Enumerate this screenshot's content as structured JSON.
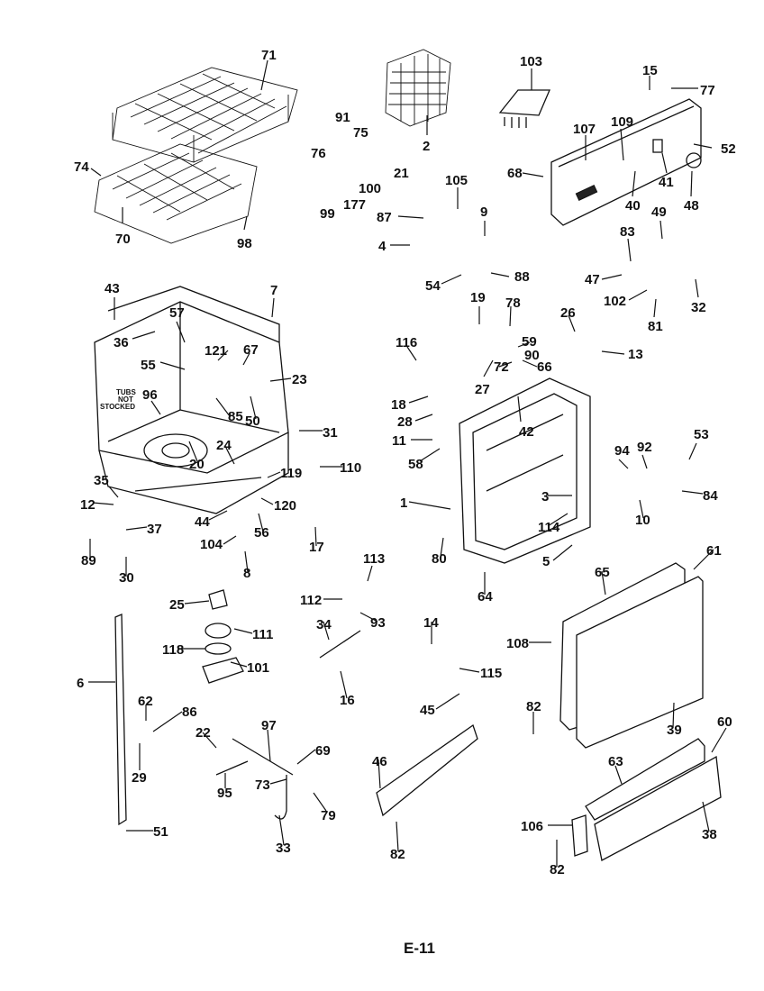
{
  "page": {
    "footer": "E-11",
    "note_line1": "TUBS",
    "note_line2": "NOT",
    "note_line3": "STOCKED"
  },
  "callouts": [
    {
      "id": "71",
      "text": "71"
    },
    {
      "id": "74",
      "text": "74"
    },
    {
      "id": "70",
      "text": "70"
    },
    {
      "id": "98",
      "text": "98"
    },
    {
      "id": "2",
      "text": "2"
    },
    {
      "id": "103",
      "text": "103"
    },
    {
      "id": "15",
      "text": "15"
    },
    {
      "id": "77",
      "text": "77"
    },
    {
      "id": "91",
      "text": "91"
    },
    {
      "id": "75",
      "text": "75"
    },
    {
      "id": "76",
      "text": "76"
    },
    {
      "id": "21",
      "text": "21"
    },
    {
      "id": "100",
      "text": "100"
    },
    {
      "id": "99",
      "text": "99"
    },
    {
      "id": "177",
      "text": "177"
    },
    {
      "id": "105",
      "text": "105"
    },
    {
      "id": "107",
      "text": "107"
    },
    {
      "id": "109",
      "text": "109"
    },
    {
      "id": "52",
      "text": "52"
    },
    {
      "id": "68",
      "text": "68"
    },
    {
      "id": "41",
      "text": "41"
    },
    {
      "id": "48",
      "text": "48"
    },
    {
      "id": "40",
      "text": "40"
    },
    {
      "id": "87",
      "text": "87"
    },
    {
      "id": "9",
      "text": "9"
    },
    {
      "id": "4",
      "text": "4"
    },
    {
      "id": "54",
      "text": "54"
    },
    {
      "id": "88",
      "text": "88"
    },
    {
      "id": "49",
      "text": "49"
    },
    {
      "id": "83",
      "text": "83"
    },
    {
      "id": "47",
      "text": "47"
    },
    {
      "id": "102",
      "text": "102"
    },
    {
      "id": "32",
      "text": "32"
    },
    {
      "id": "81",
      "text": "81"
    },
    {
      "id": "43",
      "text": "43"
    },
    {
      "id": "7",
      "text": "7"
    },
    {
      "id": "57",
      "text": "57"
    },
    {
      "id": "36",
      "text": "36"
    },
    {
      "id": "121",
      "text": "121"
    },
    {
      "id": "67",
      "text": "67"
    },
    {
      "id": "55",
      "text": "55"
    },
    {
      "id": "23",
      "text": "23"
    },
    {
      "id": "96",
      "text": "96"
    },
    {
      "id": "85",
      "text": "85"
    },
    {
      "id": "50",
      "text": "50"
    },
    {
      "id": "31",
      "text": "31"
    },
    {
      "id": "20",
      "text": "20"
    },
    {
      "id": "24",
      "text": "24"
    },
    {
      "id": "19",
      "text": "19"
    },
    {
      "id": "78",
      "text": "78"
    },
    {
      "id": "26",
      "text": "26"
    },
    {
      "id": "116",
      "text": "116"
    },
    {
      "id": "59",
      "text": "59"
    },
    {
      "id": "90",
      "text": "90"
    },
    {
      "id": "13",
      "text": "13"
    },
    {
      "id": "66",
      "text": "66"
    },
    {
      "id": "72",
      "text": "72"
    },
    {
      "id": "27",
      "text": "27"
    },
    {
      "id": "18",
      "text": "18"
    },
    {
      "id": "28",
      "text": "28"
    },
    {
      "id": "42",
      "text": "42"
    },
    {
      "id": "11",
      "text": "11"
    },
    {
      "id": "58",
      "text": "58"
    },
    {
      "id": "110",
      "text": "110"
    },
    {
      "id": "53",
      "text": "53"
    },
    {
      "id": "94",
      "text": "94"
    },
    {
      "id": "92",
      "text": "92"
    },
    {
      "id": "84",
      "text": "84"
    },
    {
      "id": "35",
      "text": "35"
    },
    {
      "id": "12",
      "text": "12"
    },
    {
      "id": "119",
      "text": "119"
    },
    {
      "id": "120",
      "text": "120"
    },
    {
      "id": "44",
      "text": "44"
    },
    {
      "id": "37",
      "text": "37"
    },
    {
      "id": "56",
      "text": "56"
    },
    {
      "id": "104",
      "text": "104"
    },
    {
      "id": "17",
      "text": "17"
    },
    {
      "id": "89",
      "text": "89"
    },
    {
      "id": "30",
      "text": "30"
    },
    {
      "id": "8",
      "text": "8"
    },
    {
      "id": "1",
      "text": "1"
    },
    {
      "id": "3",
      "text": "3"
    },
    {
      "id": "10",
      "text": "10"
    },
    {
      "id": "114",
      "text": "114"
    },
    {
      "id": "80",
      "text": "80"
    },
    {
      "id": "5",
      "text": "5"
    },
    {
      "id": "64",
      "text": "64"
    },
    {
      "id": "61",
      "text": "61"
    },
    {
      "id": "65",
      "text": "65"
    },
    {
      "id": "113",
      "text": "113"
    },
    {
      "id": "25",
      "text": "25"
    },
    {
      "id": "112",
      "text": "112"
    },
    {
      "id": "93",
      "text": "93"
    },
    {
      "id": "111",
      "text": "111"
    },
    {
      "id": "14",
      "text": "14"
    },
    {
      "id": "108",
      "text": "108"
    },
    {
      "id": "118",
      "text": "118"
    },
    {
      "id": "101",
      "text": "101"
    },
    {
      "id": "34",
      "text": "34"
    },
    {
      "id": "115",
      "text": "115"
    },
    {
      "id": "6",
      "text": "6"
    },
    {
      "id": "16",
      "text": "16"
    },
    {
      "id": "62",
      "text": "62"
    },
    {
      "id": "86",
      "text": "86"
    },
    {
      "id": "45",
      "text": "45"
    },
    {
      "id": "82a",
      "text": "82"
    },
    {
      "id": "39",
      "text": "39"
    },
    {
      "id": "22",
      "text": "22"
    },
    {
      "id": "97",
      "text": "97"
    },
    {
      "id": "69",
      "text": "69"
    },
    {
      "id": "60",
      "text": "60"
    },
    {
      "id": "29",
      "text": "29"
    },
    {
      "id": "95",
      "text": "95"
    },
    {
      "id": "73",
      "text": "73"
    },
    {
      "id": "46",
      "text": "46"
    },
    {
      "id": "63",
      "text": "63"
    },
    {
      "id": "79",
      "text": "79"
    },
    {
      "id": "51",
      "text": "51"
    },
    {
      "id": "106",
      "text": "106"
    },
    {
      "id": "38",
      "text": "38"
    },
    {
      "id": "33",
      "text": "33"
    },
    {
      "id": "82b",
      "text": "82"
    },
    {
      "id": "82c",
      "text": "82"
    }
  ]
}
